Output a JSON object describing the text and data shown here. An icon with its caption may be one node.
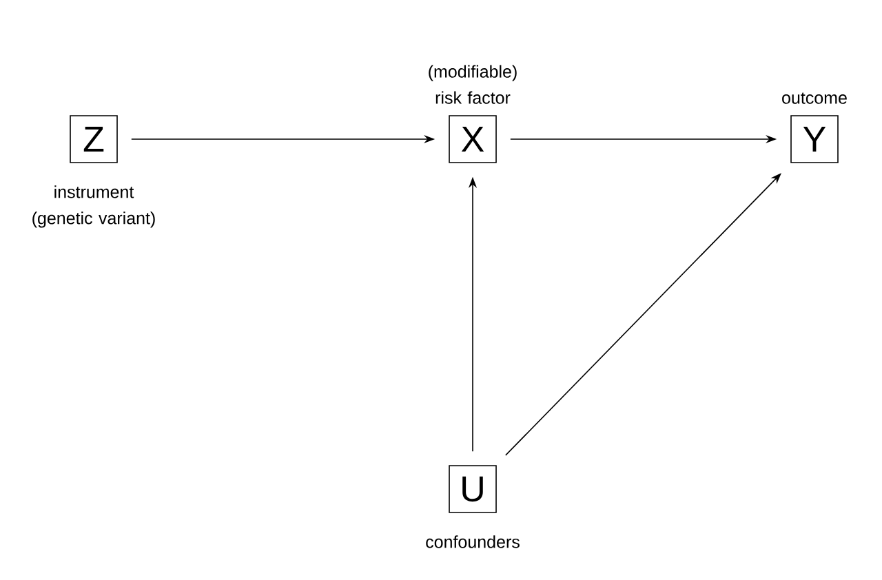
{
  "diagram": {
    "nodes": [
      {
        "text": [
          "Z"
        ],
        "beside": [
          "instrument (genetic variant)"
        ]
      },
      {
        "text": [
          "X"
        ],
        "beside": [
          "(modifiable) risk factor"
        ]
      },
      {
        "text": [
          "Y"
        ],
        "beside": [
          "outcome"
        ]
      },
      {
        "text": [
          "U"
        ],
        "beside": [
          "confounders"
        ]
      }
    ],
    "edges": [
      {
        "from": 0,
        "to": 1,
        "arrow": "to"
      },
      {
        "from": 1,
        "to": 2,
        "arrow": "to"
      },
      {
        "from": 3,
        "to": 1,
        "arrow": "to"
      },
      {
        "from": 3,
        "to": 2,
        "arrow": "to"
      }
    ]
  }
}
